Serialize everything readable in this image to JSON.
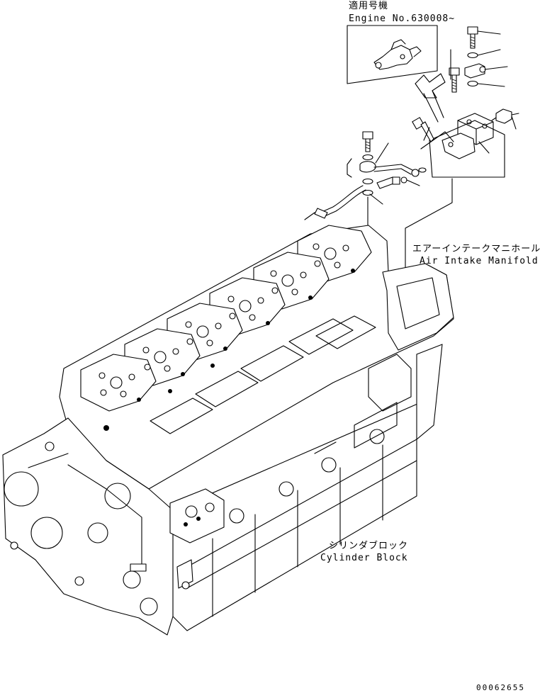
{
  "applicability": {
    "heading_ja": "適用号機",
    "heading_en": "Engine No.630008~"
  },
  "labels": {
    "manifold_ja": "エアーインテークマニホールド",
    "manifold_en": "Air Intake Manifold",
    "block_ja": "シリンダブロック",
    "block_en": "Cylinder Block"
  },
  "drawing_number": "00062655"
}
